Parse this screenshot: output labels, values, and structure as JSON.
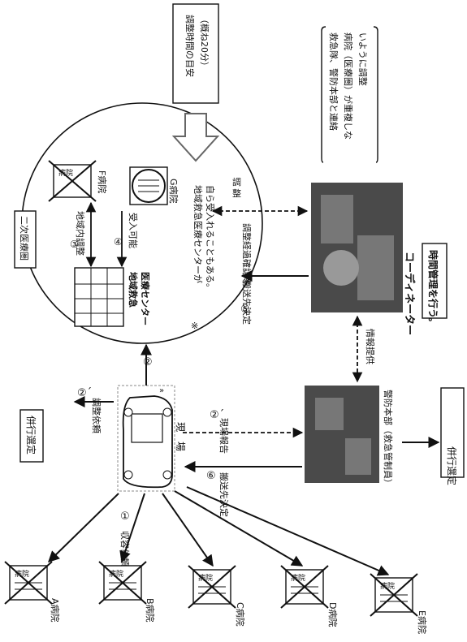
{
  "hospitals": [
    {
      "id": "A",
      "name": "A病院",
      "sign": "病院"
    },
    {
      "id": "B",
      "name": "B病院",
      "sign": "病院"
    },
    {
      "id": "C",
      "name": "C病院",
      "sign": "病院"
    },
    {
      "id": "D",
      "name": "D病院",
      "sign": "病院"
    },
    {
      "id": "E",
      "name": "E病院",
      "sign": "病院"
    }
  ],
  "scene": {
    "label": "現　場"
  },
  "step1": {
    "num": "①",
    "label": "収容依頼"
  },
  "step2": {
    "num": "②"
  },
  "step2a": {
    "num": "②´",
    "label": "調整依頼"
  },
  "step2b": {
    "num": "②´",
    "label": "現場報告"
  },
  "step3": {
    "num": "③",
    "label": "地域内調整"
  },
  "step4": {
    "num": "④",
    "label": "受入可能"
  },
  "step5": {
    "num": "⑤",
    "label": "搬送先決定"
  },
  "step6": {
    "num": "⑥",
    "label": "搬送先決定"
  },
  "parallel_top": "併行選定",
  "parallel_bottom": "併行選定",
  "secondary_area": "二次医療圏",
  "regional_center": {
    "line1": "地域救急",
    "line2": "医療センター"
  },
  "hospital_f": {
    "name": "F病院",
    "sign": "病院"
  },
  "hospital_g": {
    "name": "G病院"
  },
  "note": {
    "mark": "※",
    "line1": "地域救急医療センターが",
    "line2": "自ら受入れることもある。"
  },
  "time_box": {
    "line1": "調整時間の目安",
    "line2": "（概ね20分）"
  },
  "coordinator": {
    "title": "コーディネーター",
    "time_mgmt": "時間管理を行う。"
  },
  "coord_bracket": {
    "line1": "救急隊、警防本部と連絡",
    "line2": "病院（医療圏）が重複しな",
    "line3": "いように調整"
  },
  "confirm": "調整経過確認等",
  "info": "情報提供",
  "hq": {
    "label": "警防本部（救急管制員）"
  }
}
